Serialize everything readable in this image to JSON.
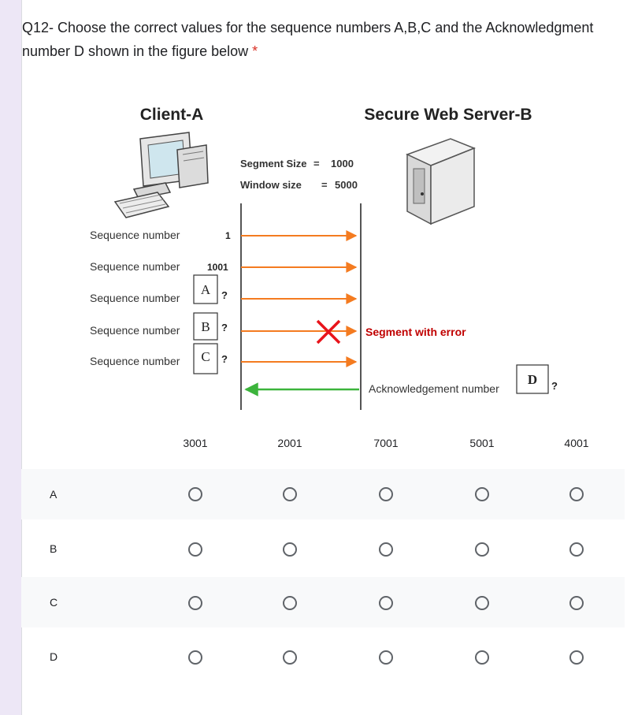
{
  "question": {
    "text": "Q12- Choose the correct values for the sequence numbers A,B,C and the Acknowledgment number D shown in the figure below",
    "required_mark": "*"
  },
  "figure": {
    "client_title": "Client-A",
    "server_title": "Secure Web Server-B",
    "segment_size_label": "Segment Size",
    "segment_size_value": "1000",
    "window_size_label": "Window size",
    "window_size_value": "5000",
    "seq_label": "Sequence number",
    "seq1_value": "1",
    "seq2_value": "1001",
    "box_a": "A",
    "box_b": "B",
    "box_c": "C",
    "box_d": "D",
    "qmark": "?",
    "error_label": "Segment with error",
    "ack_label": "Acknowledgement number",
    "colors": {
      "arrow": "#f47b20",
      "ack_arrow": "#3cb43c",
      "error_x": "#e8141b",
      "error_text": "#c00000"
    }
  },
  "grid": {
    "columns": [
      "3001",
      "2001",
      "7001",
      "5001",
      "4001"
    ],
    "rows": [
      "A",
      "B",
      "C",
      "D"
    ]
  }
}
